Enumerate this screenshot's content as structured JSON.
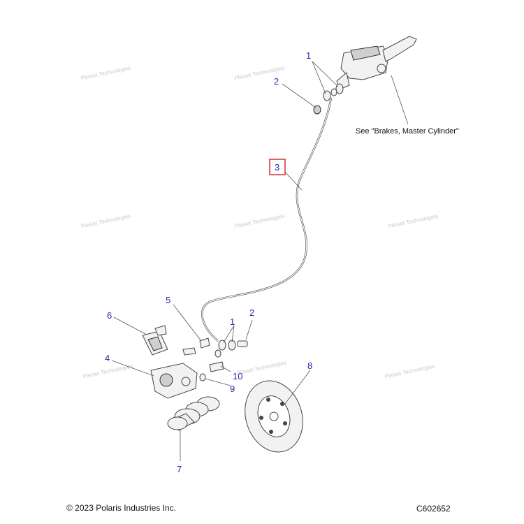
{
  "watermark_text": "Pleiset Technologies",
  "master_cylinder_note": "See \"Brakes, Master Cylinder\"",
  "copyright": "© 2023 Polaris Industries Inc.",
  "diagram_code": "C602652",
  "callouts": {
    "c1_top": "1",
    "c2_top": "2",
    "c3": "3",
    "c1_bottom": "1",
    "c2_bottom": "2",
    "c4": "4",
    "c5": "5",
    "c6": "6",
    "c7": "7",
    "c8": "8",
    "c9": "9",
    "c10": "10"
  },
  "highlighted_callout": "3",
  "highlight_color": "#d0202a",
  "callout_color": "#2a2aa8"
}
